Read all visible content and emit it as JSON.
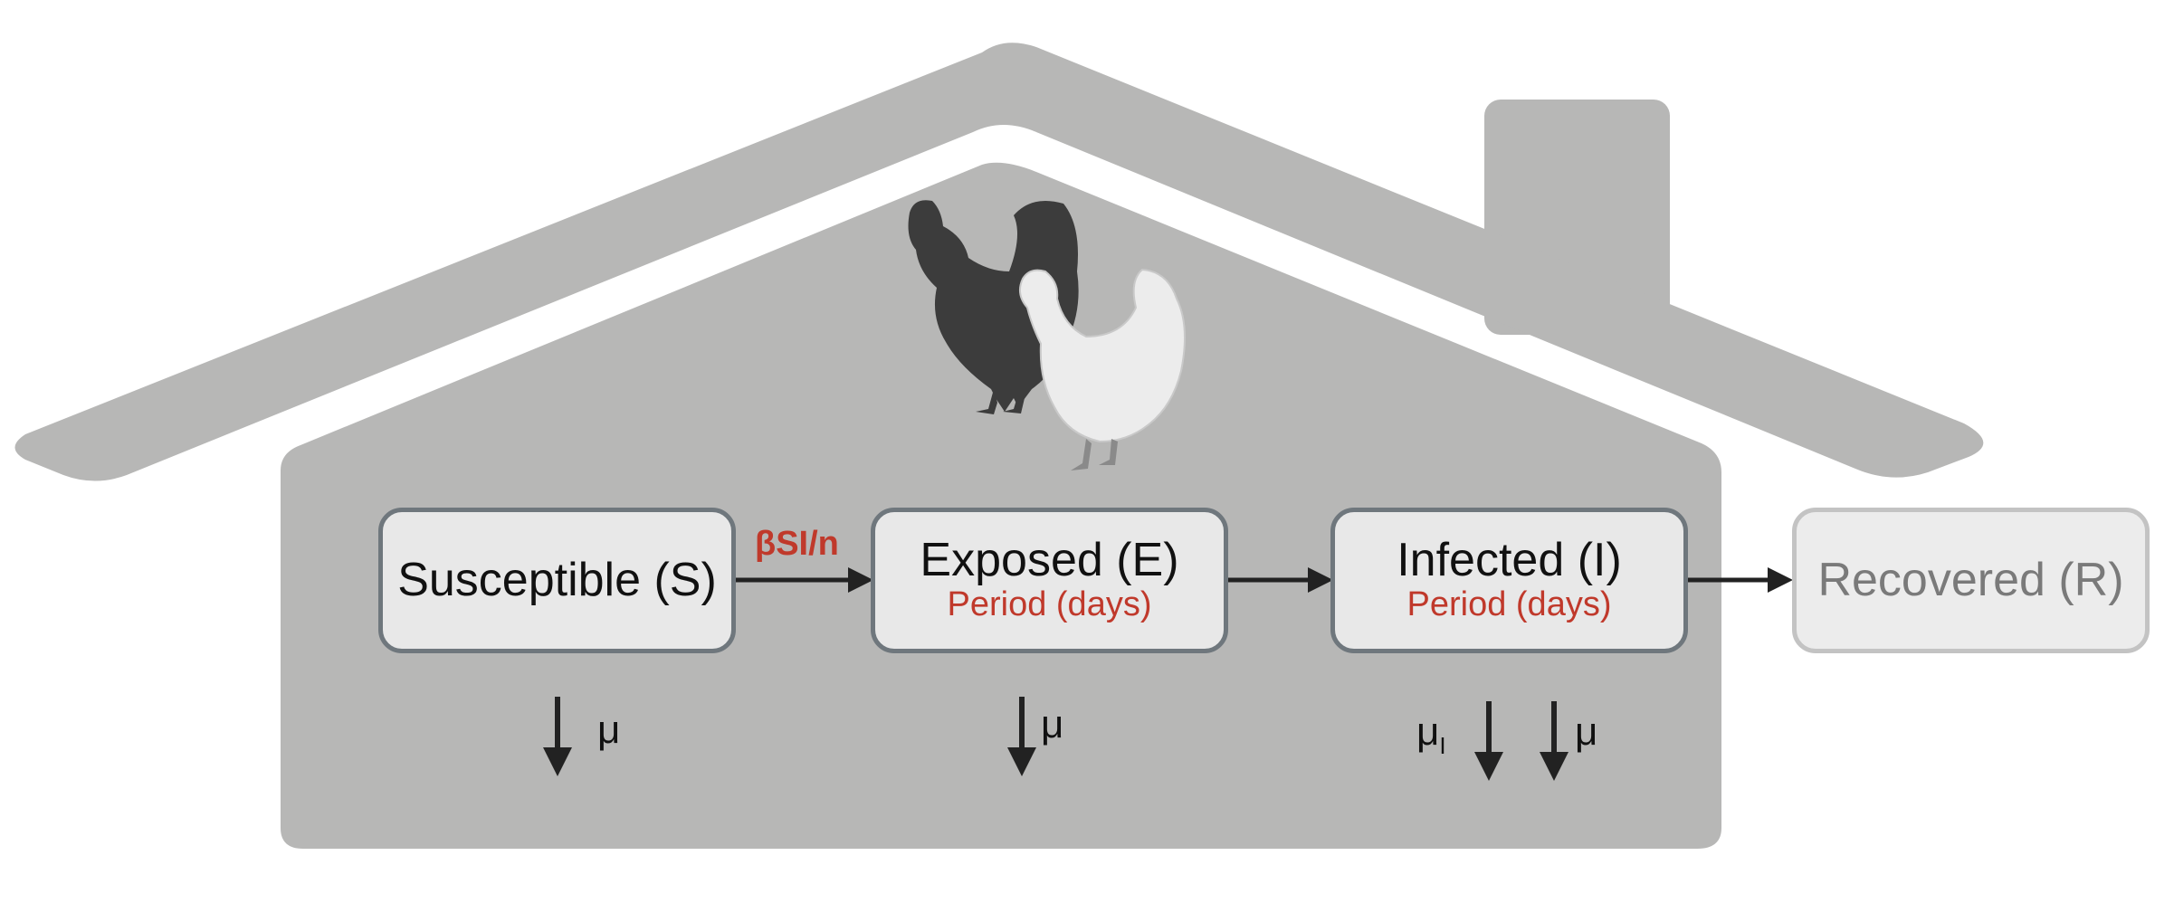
{
  "compartments": [
    {
      "id": "S",
      "label": "Susceptible (S)",
      "sublabel": ""
    },
    {
      "id": "E",
      "label": "Exposed (E)",
      "sublabel": "Period (days)"
    },
    {
      "id": "I",
      "label": "Infected (I)",
      "sublabel": "Period (days)"
    },
    {
      "id": "R",
      "label": "Recovered (R)",
      "sublabel": ""
    }
  ],
  "transmission_rate": "βSI/n",
  "mortality": {
    "S": "μ",
    "E": "μ",
    "I_disease": "μ",
    "I_disease_subscript": "I",
    "I_natural": "μ"
  },
  "colors": {
    "house": "#b7b7b6",
    "box_fill": "#e8e8e8",
    "box_border": "#6f777d",
    "highlight": "#c0392b",
    "rooster": "#3c3c3c",
    "hen": "#e9e9e9"
  },
  "icons": [
    "house-icon",
    "rooster-icon",
    "hen-icon"
  ]
}
